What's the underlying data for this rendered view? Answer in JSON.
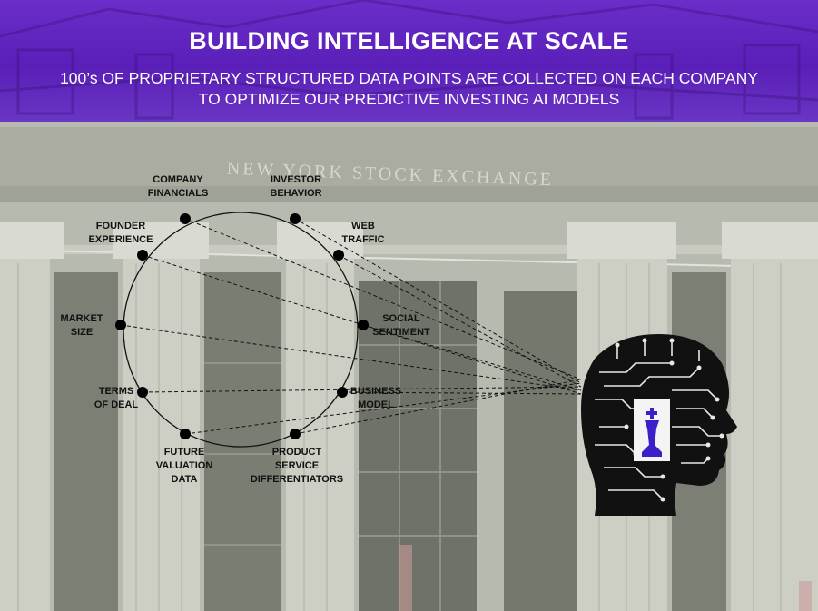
{
  "header": {
    "title": "BUILDING INTELLIGENCE AT SCALE",
    "subtitle_line1": "100’s OF PROPRIETARY STRUCTURED DATA POINTS ARE COLLECTED ON EACH COMPANY",
    "subtitle_line2": "TO OPTIMIZE OUR PREDICTIVE INVESTING AI MODELS"
  },
  "background": {
    "inscription": "NEW YORK STOCK EXCHANGE"
  },
  "data_points": [
    {
      "line1": "COMPANY",
      "line2": "FINANCIALS"
    },
    {
      "line1": "INVESTOR",
      "line2": "BEHAVIOR"
    },
    {
      "line1": "WEB",
      "line2": "TRAFFIC"
    },
    {
      "line1": "SOCIAL",
      "line2": "SENTIMENT"
    },
    {
      "line1": "BUSINESS",
      "line2": "MODEL"
    },
    {
      "line1": "PRODUCT",
      "line2": "SERVICE",
      "line3": "DIFFERENTIATORS"
    },
    {
      "line1": "FUTURE",
      "line2": "VALUATION",
      "line3": "DATA"
    },
    {
      "line1": "TERMS",
      "line2": "OF DEAL"
    },
    {
      "line1": "MARKET",
      "line2": "SIZE"
    },
    {
      "line1": "FOUNDER",
      "line2": "EXPERIENCE"
    }
  ],
  "colors": {
    "header_purple": "#5a1fb8",
    "chess_piece": "#3b1fc8",
    "background_tint": "#b9bcb0"
  },
  "icons": {
    "head": "circuit-head-icon",
    "chess": "chess-king-icon"
  }
}
